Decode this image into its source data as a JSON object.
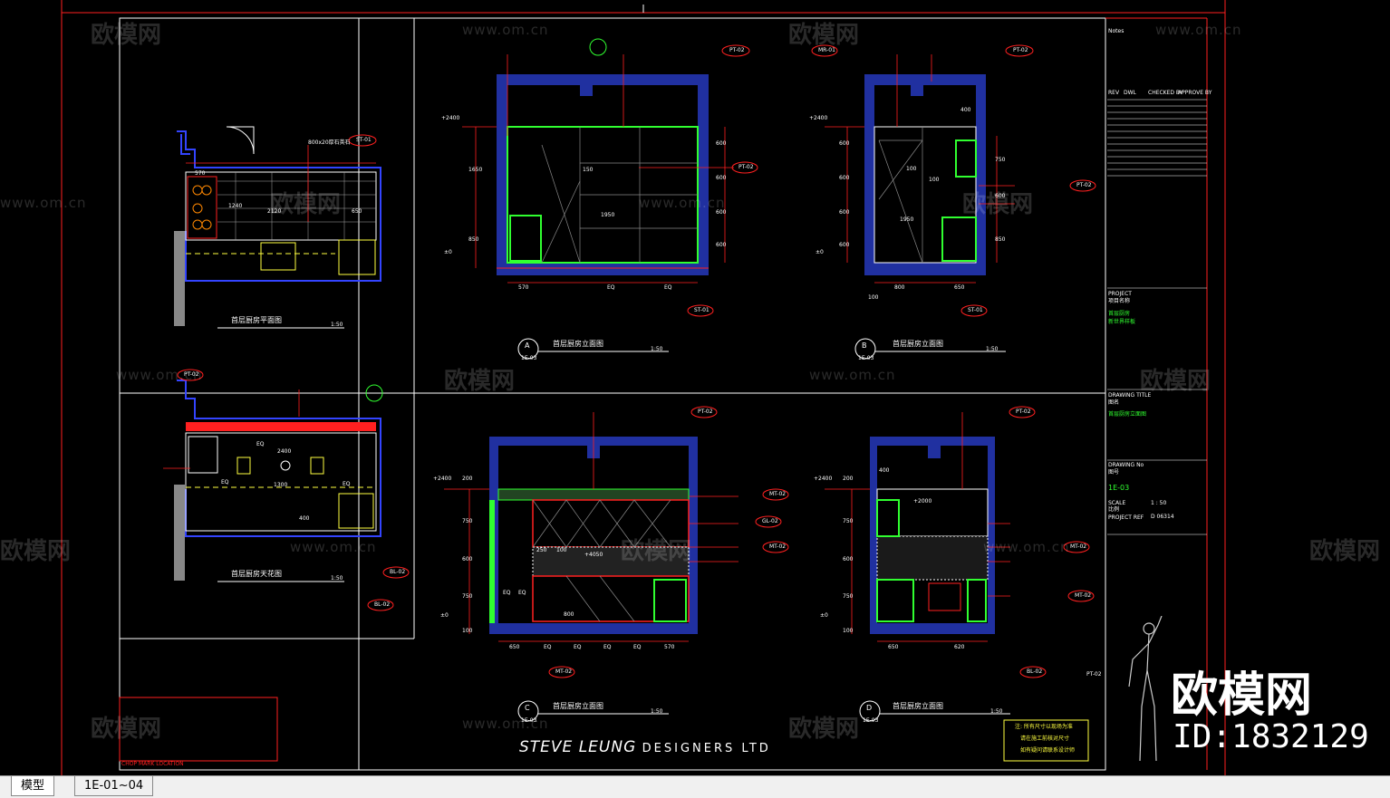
{
  "watermark": {
    "brand": "欧模网",
    "url": "www.om.cn"
  },
  "brand_badge": {
    "name": "欧模网",
    "id": "ID:1832129"
  },
  "title_block": {
    "notes": "Notes",
    "rev_headers": [
      "REV",
      "DWL",
      "CHECKED BY",
      "APPROVE BY"
    ],
    "project_label": "PROJECT",
    "project_cn": "项目名称",
    "project_lines": [
      "首层厨房",
      "新世界样板"
    ],
    "drawing_title_label": "DRAWING TITLE",
    "drawing_title_cn": "图名",
    "drawing_title_value": "首层厨房立面图",
    "drawing_no_label": "DRAWING No",
    "drawing_no_cn": "图号",
    "drawing_no_value": "1E-03",
    "scale_label": "SCALE",
    "scale_cn": "比例",
    "scale_value": "1 : 50",
    "project_ref_label": "PROJECT REF",
    "project_ref_value": "D 06314"
  },
  "company": {
    "name_italic": "STEVE LEUNG",
    "name_rest": "DESIGNERS LTD"
  },
  "chop": "CHOP MARK LOCATION",
  "legend_box": [
    "注: 所有尺寸以现场为准",
    "请在施工前核对尺寸",
    "如有疑问请联系设计师"
  ],
  "views": {
    "plan": {
      "title": "首层厨房平面图",
      "scale": "1:50"
    },
    "ceiling": {
      "title": "首层厨房天花图",
      "scale": "1:50"
    },
    "A": {
      "letter": "A",
      "ref": "1E-03",
      "title": "首层厨房立面图",
      "scale": "1:50"
    },
    "B": {
      "letter": "B",
      "ref": "1E-03",
      "title": "首层厨房立面图",
      "scale": "1:50"
    },
    "C": {
      "letter": "C",
      "ref": "1E-03",
      "title": "首层厨房立面图",
      "scale": "1:50"
    },
    "D": {
      "letter": "D",
      "ref": "1E-03",
      "title": "首层厨房立面图",
      "scale": "1:50"
    }
  },
  "dims": {
    "plan": [
      "570",
      "1240",
      "2120",
      "650",
      "800x20厚石英石"
    ],
    "ceiling": [
      "2400",
      "EQ",
      "EQ",
      "1300",
      "EQ",
      "400"
    ],
    "A": [
      "+2400",
      "1650",
      "850",
      "±0",
      "150",
      "1950",
      "600",
      "600",
      "600",
      "600",
      "570",
      "EQ",
      "EQ"
    ],
    "B": [
      "+2400",
      "600",
      "600",
      "600",
      "600",
      "±0",
      "400",
      "100",
      "100",
      "1950",
      "750",
      "600",
      "850",
      "100",
      "800",
      "650"
    ],
    "C": [
      "+2400",
      "200",
      "750",
      "600",
      "750",
      "±0",
      "100",
      "250",
      "100",
      "+4050",
      "EQ",
      "EQ",
      "650",
      "EQ",
      "EQ",
      "EQ",
      "EQ",
      "570",
      "800"
    ],
    "D": [
      "+2400",
      "200",
      "750",
      "600",
      "750",
      "±0",
      "100",
      "400",
      "+2000",
      "650",
      "620"
    ]
  },
  "tags": [
    "ST-01",
    "PT-02",
    "PT-02",
    "MR-01",
    "PT-02",
    "PT-02",
    "MT-02",
    "PT-02",
    "MT-02",
    "ST-01",
    "ST-01",
    "PT-02",
    "PT-02",
    "MT-02",
    "GL-02",
    "MT-02",
    "BL-02",
    "BL-02",
    "MT-02",
    "BL-02",
    "PT-02"
  ],
  "tab_bar": {
    "tabs": [
      "模型",
      "1E-01~04"
    ],
    "active": 0
  }
}
